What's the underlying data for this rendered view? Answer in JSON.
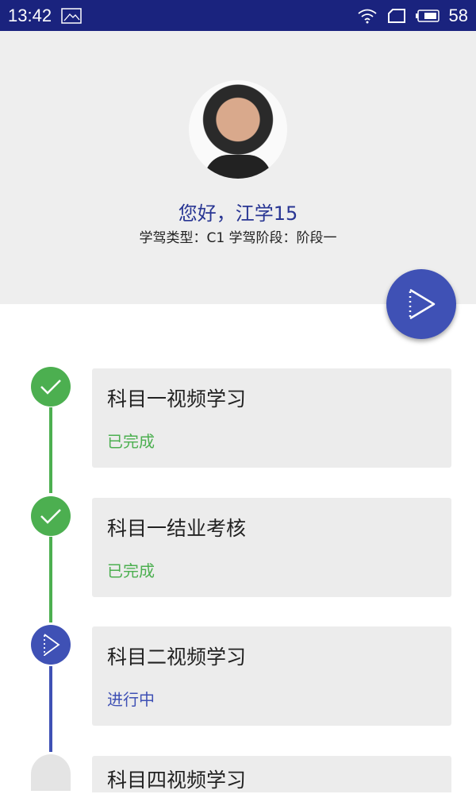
{
  "status_bar": {
    "time": "13:42",
    "battery": "58",
    "icons": [
      "image-icon",
      "wifi-icon",
      "sim-icon",
      "battery-icon"
    ]
  },
  "profile": {
    "greeting": "您好，江学15",
    "info": "学驾类型：C1  学驾阶段：阶段一"
  },
  "fab": {
    "icon": "play-icon",
    "color": "#3f51b5"
  },
  "colors": {
    "done": "#4caf50",
    "active": "#3f51b5",
    "pending": "#e0e0e0"
  },
  "steps": [
    {
      "title": "科目一视频学习",
      "status": "已完成",
      "state": "done"
    },
    {
      "title": "科目一结业考核",
      "status": "已完成",
      "state": "done"
    },
    {
      "title": "科目二视频学习",
      "status": "进行中",
      "state": "active"
    },
    {
      "title": "科目四视频学习",
      "status": "",
      "state": "pending"
    }
  ]
}
